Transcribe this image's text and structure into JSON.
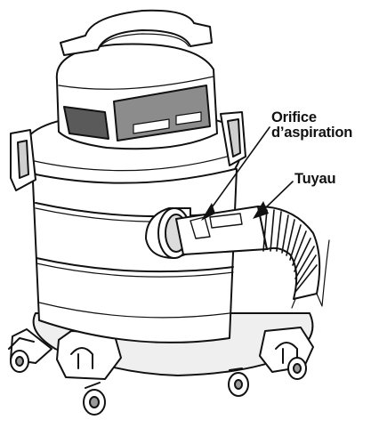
{
  "labels": {
    "orifice_line1": "Orifice",
    "orifice_line2": "d’aspiration",
    "hose": "Tuyau"
  },
  "colors": {
    "line": "#111111",
    "fill": "#ffffff",
    "shade": "#cfcfcf",
    "dark": "#5a5a5a"
  }
}
